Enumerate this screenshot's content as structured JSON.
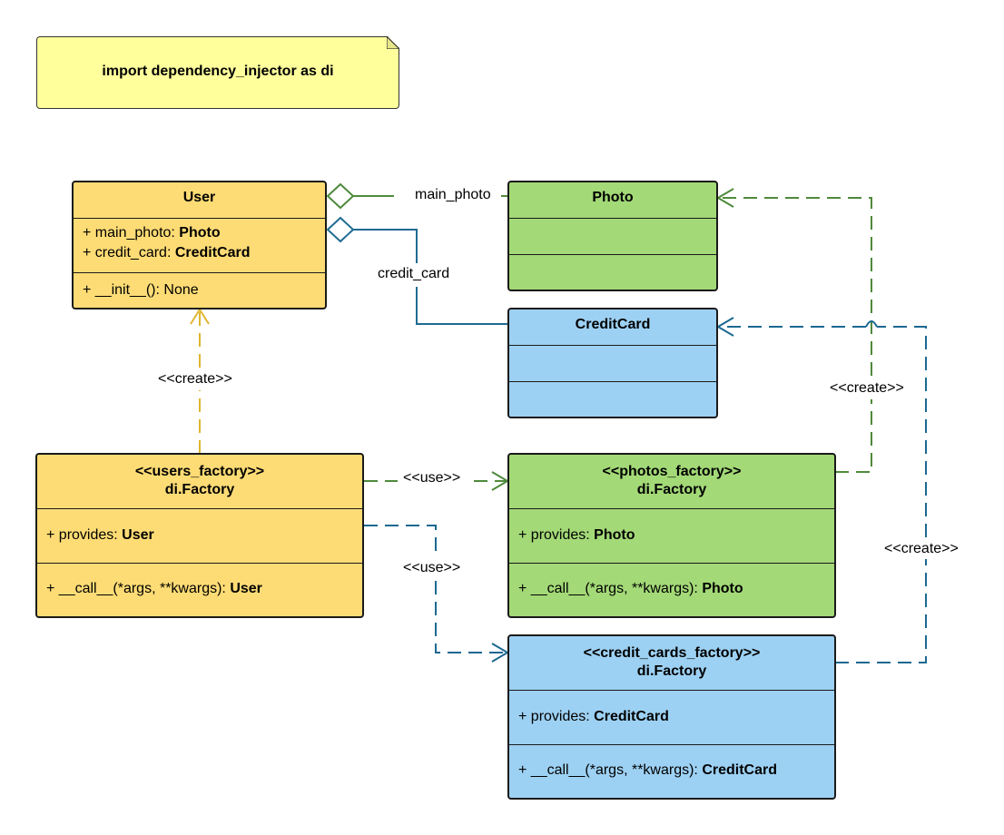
{
  "colors": {
    "yellow_fill": "#fedc75",
    "green_fill": "#a3d977",
    "blue_fill": "#9dd1f3",
    "note_fill": "#ffff9c",
    "green_line": "#4e8a3b",
    "blue_line": "#1f6b93",
    "yellow_line": "#e0b530",
    "dark_blue_line": "#1b6891"
  },
  "note": {
    "text": "import dependency_injector as di"
  },
  "user": {
    "title": "User",
    "attr1_name": "+ main_photo: ",
    "attr1_type": "Photo",
    "attr2_name": "+ credit_card: ",
    "attr2_type": "CreditCard",
    "method": "+ __init__(): None"
  },
  "photo": {
    "title": "Photo"
  },
  "credit_card": {
    "title": "CreditCard"
  },
  "users_factory": {
    "stereotype": "<<users_factory>>",
    "title": "di.Factory",
    "provides_prefix": "+ provides: ",
    "provides_type": "User",
    "call_prefix": "+ __call__(*args, **kwargs): ",
    "call_type": "User"
  },
  "photos_factory": {
    "stereotype": "<<photos_factory>>",
    "title": "di.Factory",
    "provides_prefix": "+ provides: ",
    "provides_type": "Photo",
    "call_prefix": "+ __call__(*args, **kwargs): ",
    "call_type": "Photo"
  },
  "credit_cards_factory": {
    "stereotype": "<<credit_cards_factory>>",
    "title": "di.Factory",
    "provides_prefix": "+ provides: ",
    "provides_type": "CreditCard",
    "call_prefix": "+ __call__(*args, **kwargs): ",
    "call_type": "CreditCard"
  },
  "labels": {
    "main_photo": "main_photo",
    "credit_card": "credit_card",
    "create_user": "<<create>>",
    "create_photo": "<<create>>",
    "create_credit_card": "<<create>>",
    "use_photos": "<<use>>",
    "use_credit_cards": "<<use>>"
  }
}
